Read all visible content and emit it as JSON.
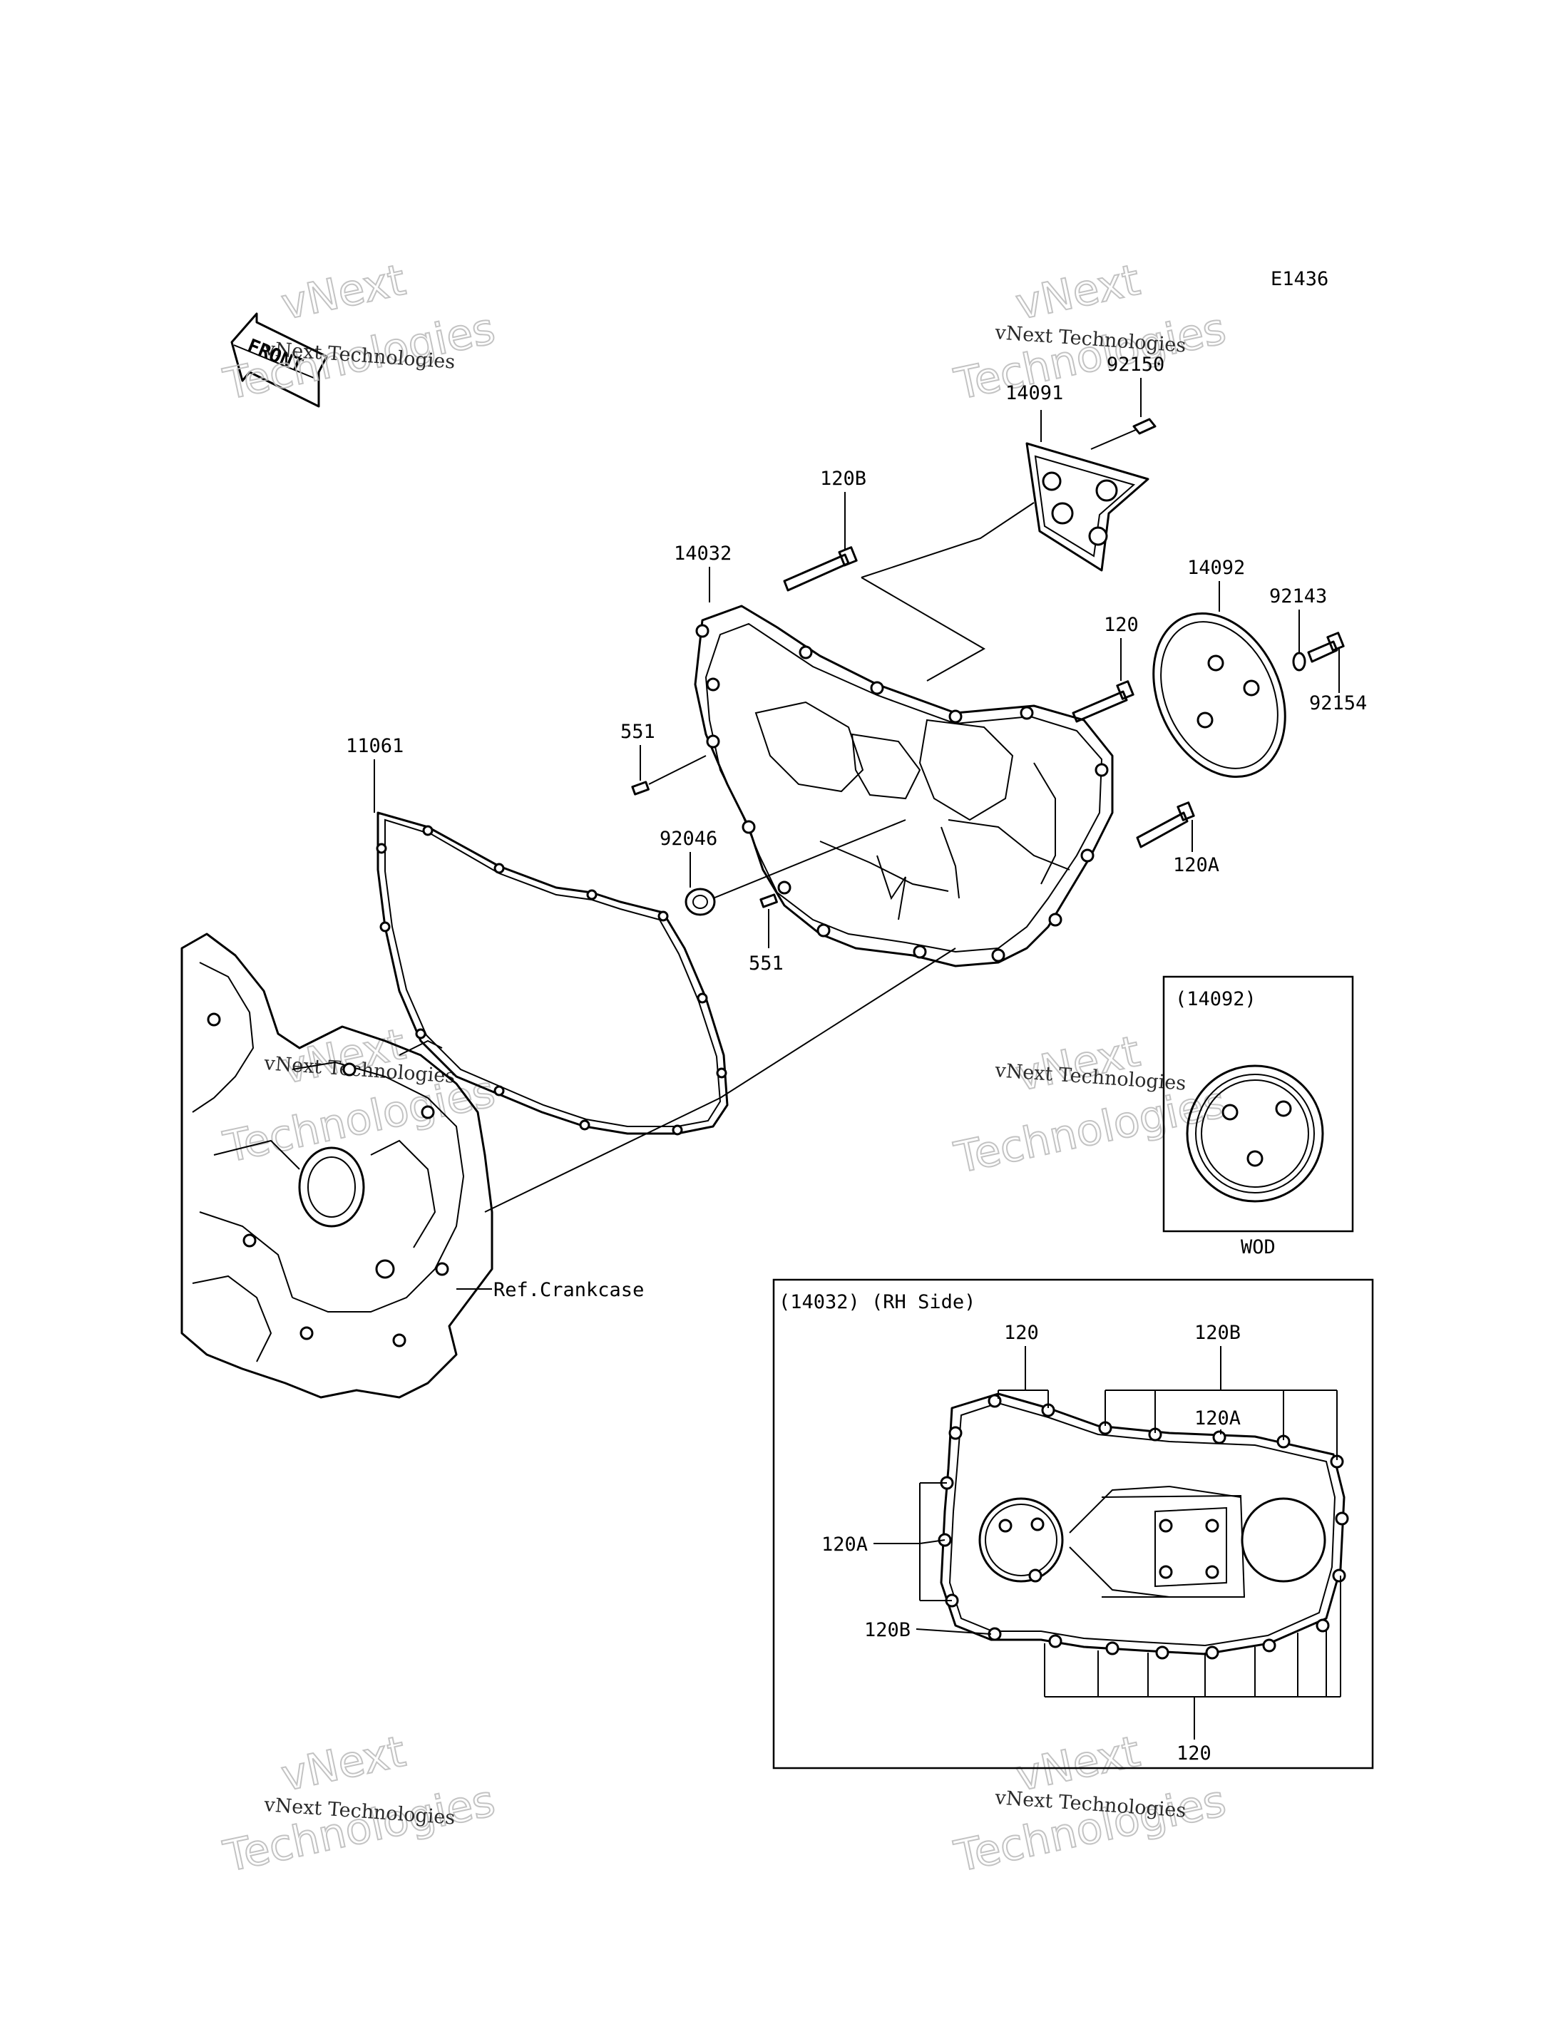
{
  "diagram_code": "E1436",
  "front_label": "FRONT",
  "watermark": {
    "line1": "vNext Technologies",
    "line2": "Technologies",
    "line3": "vNext"
  },
  "callouts": {
    "p14091": "14091",
    "p92150": "92150",
    "p120B_top": "120B",
    "p14032": "14032",
    "p14092": "14092",
    "p92143": "92143",
    "p120_mid": "120",
    "p92154": "92154",
    "p11061": "11061",
    "p551_top": "551",
    "p92046": "92046",
    "p551_bot": "551",
    "p120A_mid": "120A",
    "ref_crankcase": "Ref.Crankcase"
  },
  "inset_wod": {
    "title": "(14092)",
    "caption": "WOD"
  },
  "inset_rh": {
    "title": "(14032)  (RH Side)",
    "label_120_top": "120",
    "label_120B_top": "120B",
    "label_120A_top": "120A",
    "label_120A_left": "120A",
    "label_120B_left": "120B",
    "label_120_bottom": "120"
  }
}
